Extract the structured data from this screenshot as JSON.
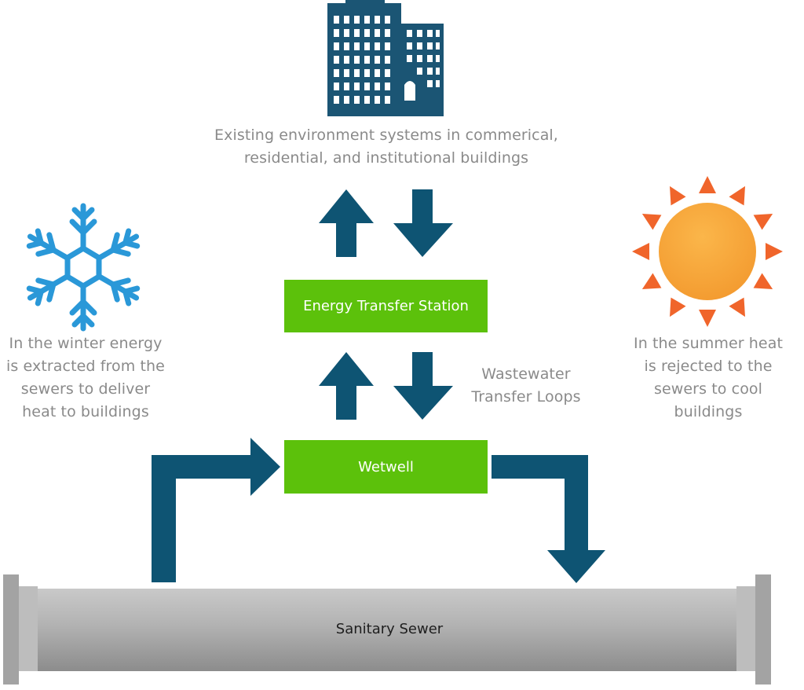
{
  "buildings": {
    "caption": "Existing environment systems in commerical,\nresidential, and institutional buildings"
  },
  "winter": {
    "caption": "In the winter energy\nis extracted from the\nsewers to deliver\nheat to buildings"
  },
  "summer": {
    "caption": "In the summer heat\nis rejected to the\nsewers to cool\nbuildings"
  },
  "energy_station": {
    "label": "Energy Transfer Station"
  },
  "wetwell": {
    "label": "Wetwell"
  },
  "loops": {
    "label": "Wastewater\nTransfer Loops"
  },
  "sewer": {
    "label": "Sanitary Sewer"
  },
  "colors": {
    "arrow": "#0e5473",
    "box": "#5cc10b",
    "building": "#1b5574",
    "snowflake": "#2a98d8",
    "sun_core": "#f7a43b",
    "sun_rays": "#f0652b",
    "pipe": "#9a9a9a"
  }
}
